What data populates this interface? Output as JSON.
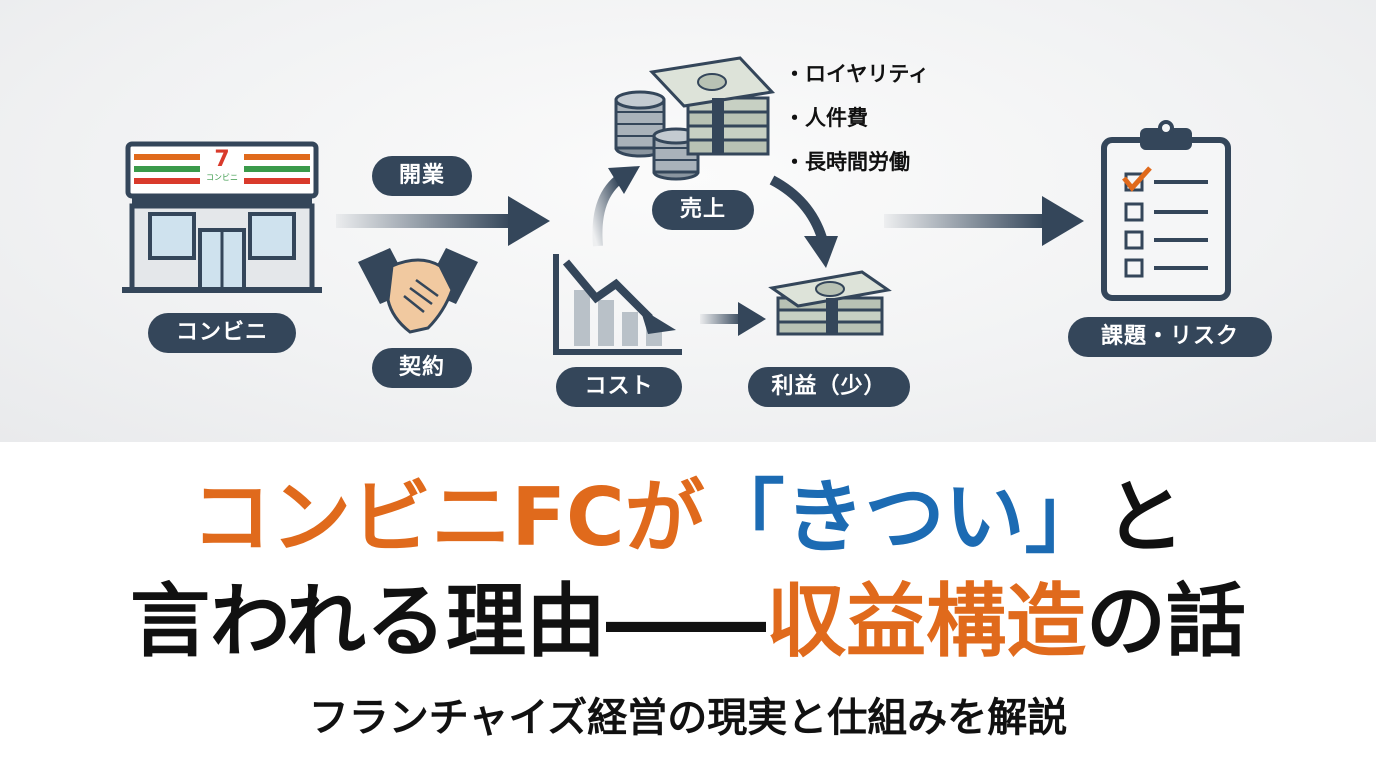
{
  "diagram": {
    "store_label": "コンビニ",
    "store_sign": "コンビニ",
    "store_sign_number": "7",
    "open_label": "開業",
    "contract_label": "契約",
    "sales_label": "売上",
    "cost_label": "コスト",
    "profit_label": "利益（少）",
    "issues_label": "課題・リスク",
    "bullets": [
      "ロイヤリティ",
      "人件費",
      "長時間労働"
    ]
  },
  "title": {
    "line1_part1": "コンビニFCが",
    "line1_part2": "「きつい」",
    "line1_part3": "と",
    "line2_part1": "言われる理由――",
    "line2_part2": "収益構造",
    "line2_part3": "の話",
    "subtitle": "フランチャイズ経営の現実と仕組みを解説"
  },
  "colors": {
    "navy": "#34465a",
    "orange": "#e06a1c",
    "blue": "#1c6bb3",
    "store_green": "#3a9a4a",
    "store_red": "#d93a2b"
  }
}
